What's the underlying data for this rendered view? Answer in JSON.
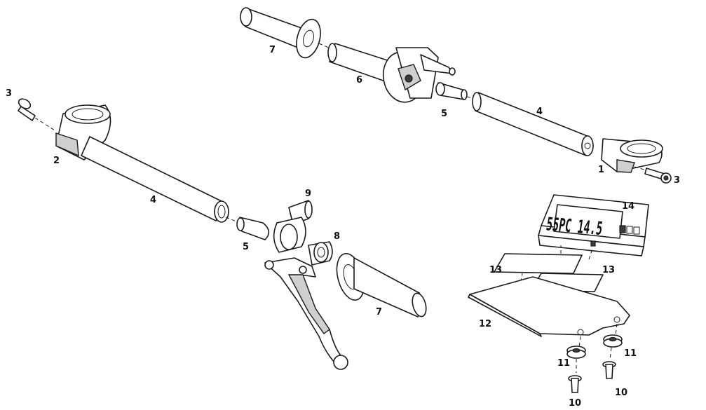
{
  "callouts": {
    "c1": "1",
    "c2": "2",
    "c3a": "3",
    "c3b": "3",
    "c4a": "4",
    "c4b": "4",
    "c5a": "5",
    "c5b": "5",
    "c6": "6",
    "c7a": "7",
    "c7b": "7",
    "c8": "8",
    "c9": "9",
    "c10a": "10",
    "c10b": "10",
    "c11a": "11",
    "c11b": "11",
    "c12": "12",
    "c13a": "13",
    "c13b": "13",
    "c14": "14"
  },
  "display": {
    "reading": "55PC 14.5"
  },
  "colors": {
    "line": "#1a1a1a",
    "shade": "#cfcfcf",
    "background": "#ffffff"
  }
}
